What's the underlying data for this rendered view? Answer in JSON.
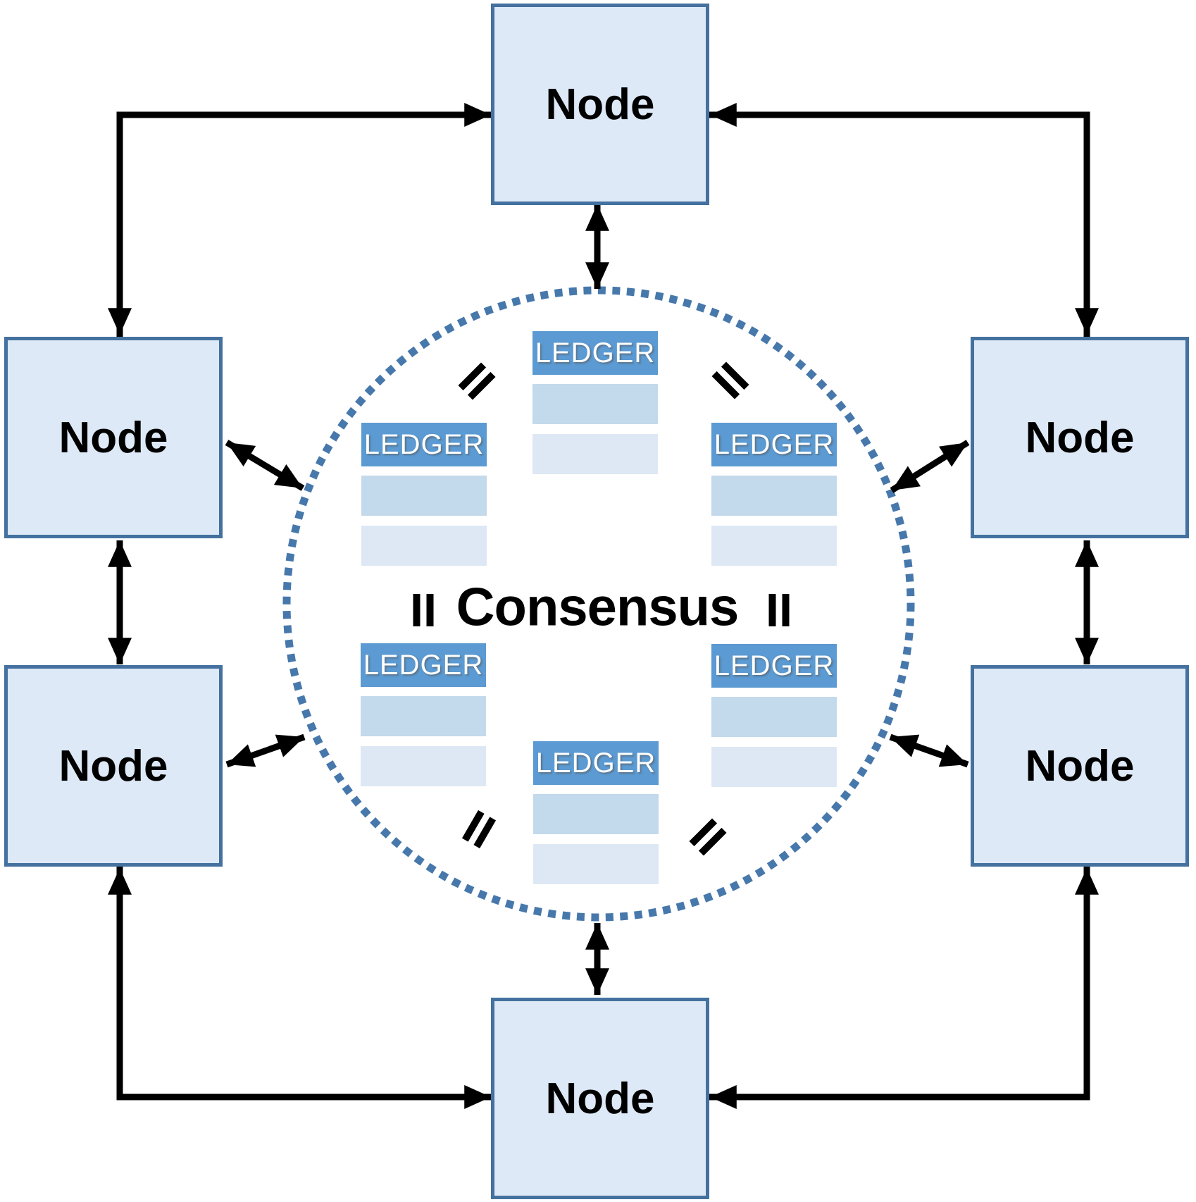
{
  "colors": {
    "background": "#ffffff",
    "node_fill": "#dde9f6",
    "node_border": "#44719f",
    "ledger_header": "#5b9ad2",
    "ledger_row1": "#c3d9ec",
    "ledger_row2": "#dde8f4",
    "circle_dot": "#4778ab",
    "arrow": "#000000",
    "equals": "#000000",
    "text": "#000000"
  },
  "center": {
    "label": "Consensus"
  },
  "nodes": [
    {
      "id": "top",
      "label": "Node"
    },
    {
      "id": "left-upper",
      "label": "Node"
    },
    {
      "id": "left-lower",
      "label": "Node"
    },
    {
      "id": "right-upper",
      "label": "Node"
    },
    {
      "id": "right-lower",
      "label": "Node"
    },
    {
      "id": "bottom",
      "label": "Node"
    }
  ],
  "ledgers": [
    {
      "id": "top",
      "label": "LEDGER"
    },
    {
      "id": "left-upper",
      "label": "LEDGER"
    },
    {
      "id": "right-upper",
      "label": "LEDGER"
    },
    {
      "id": "left-lower",
      "label": "LEDGER"
    },
    {
      "id": "right-lower",
      "label": "LEDGER"
    },
    {
      "id": "bottom",
      "label": "LEDGER"
    }
  ]
}
